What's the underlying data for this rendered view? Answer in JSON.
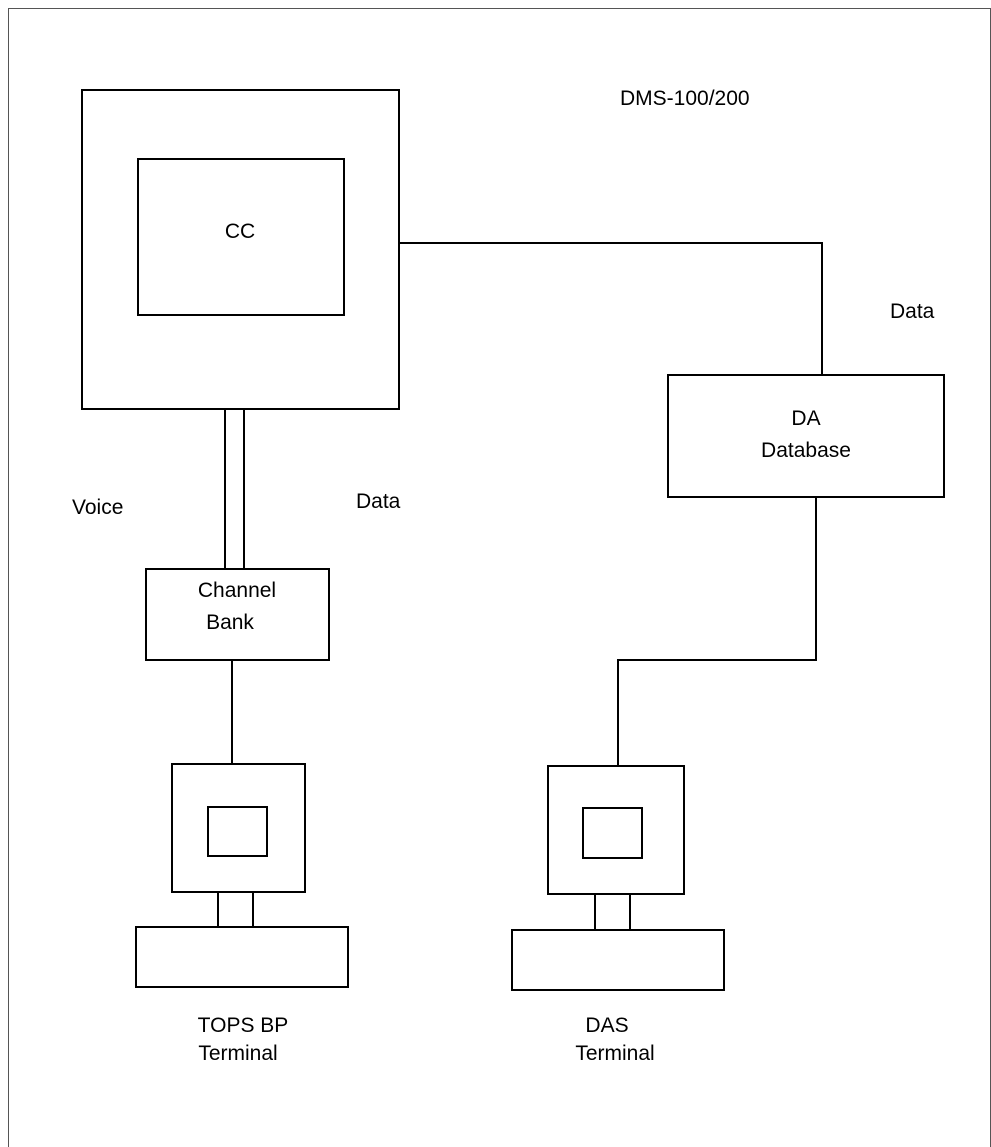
{
  "diagram": {
    "system_label": "DMS-100/200",
    "nodes": {
      "cc": "CC",
      "da_database": {
        "line1": "DA",
        "line2": "Database"
      },
      "channel_bank": {
        "line1": "Channel",
        "line2": "Bank"
      },
      "tops_terminal": {
        "line1": "TOPS BP",
        "line2": "Terminal"
      },
      "das_terminal": {
        "line1": "DAS",
        "line2": "Terminal"
      }
    },
    "links": {
      "cc_to_database": "Data",
      "voice": "Voice",
      "data": "Data"
    },
    "colors": {
      "line": "#000000",
      "background": "#ffffff"
    }
  }
}
